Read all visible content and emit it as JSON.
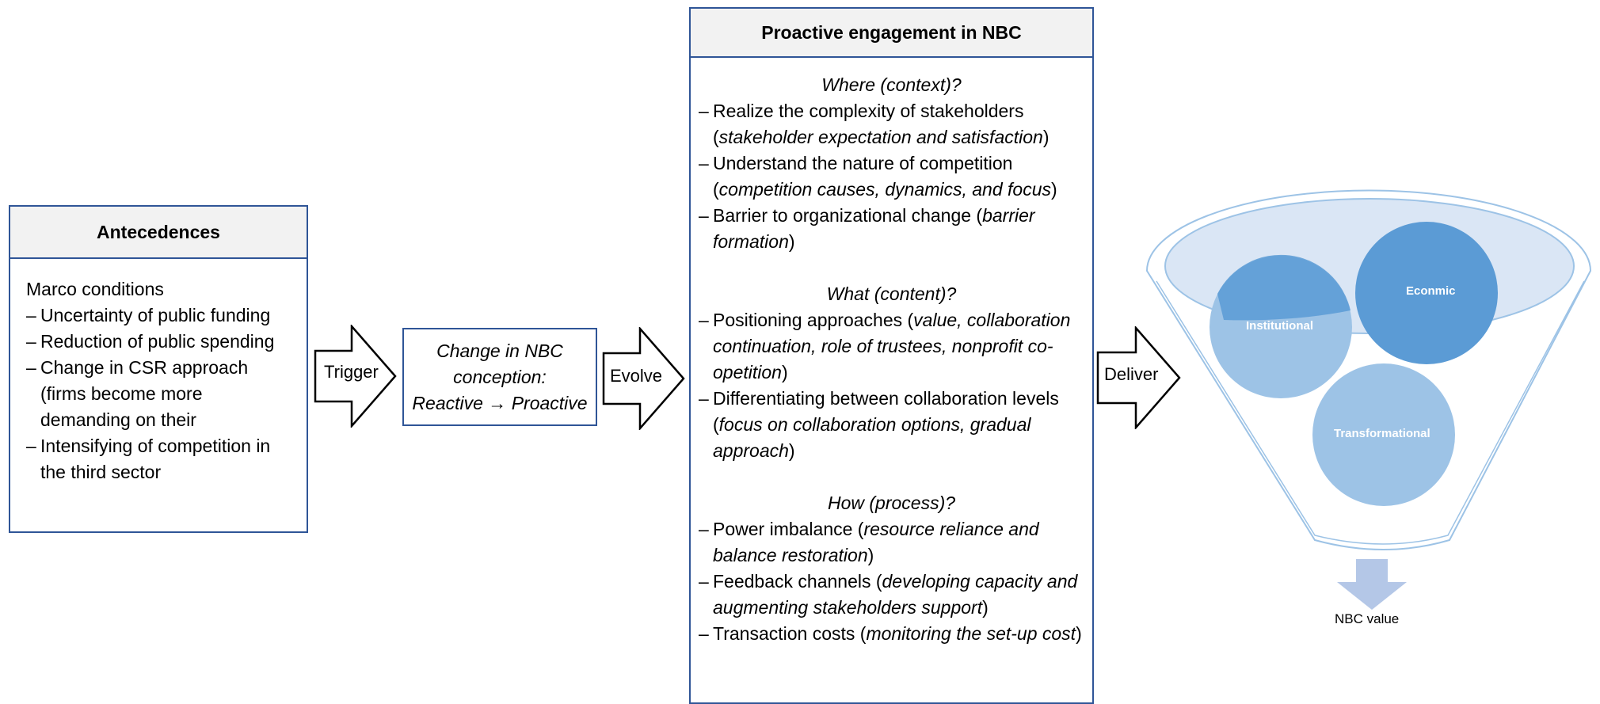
{
  "antecedences": {
    "title": "Antecedences",
    "intro": "Marco conditions",
    "items": [
      "Uncertainty of public funding",
      "Reduction of public spending",
      "Change in CSR approach (firms become more demanding on their",
      "Intensifying of competition in the third sector"
    ]
  },
  "arrows": {
    "trigger": "Trigger",
    "evolve": "Evolve",
    "deliver": "Deliver"
  },
  "change": {
    "line1": "Change in NBC",
    "line2": "conception:",
    "line3_from": "Reactive",
    "line3_arrow": "→",
    "line3_to": "Proactive"
  },
  "proactive": {
    "title": "Proactive engagement in NBC",
    "sections": [
      {
        "heading": "Where (context)?",
        "items": [
          {
            "plain": "Realize the complexity of stakeholders (",
            "italic": "stakeholder expectation and satisfaction",
            "end": ")"
          },
          {
            "plain": "Understand the nature of competition (",
            "italic": "competition causes, dynamics, and focus",
            "end": ")"
          },
          {
            "plain": "Barrier to organizational change (",
            "italic": "barrier formation",
            "end": ")"
          }
        ]
      },
      {
        "heading": "What (content)?",
        "items": [
          {
            "plain": "Positioning approaches (",
            "italic": "value, collaboration continuation, role of trustees, nonprofit co-opetition",
            "end": ")"
          },
          {
            "plain": "Differentiating between collaboration levels (",
            "italic": "focus on collaboration options, gradual approach",
            "end": ")"
          }
        ]
      },
      {
        "heading": "How (process)?",
        "items": [
          {
            "plain": "Power imbalance (",
            "italic": "resource reliance and balance restoration",
            "end": ")"
          },
          {
            "plain": "Feedback channels (",
            "italic": "developing capacity and augmenting stakeholders support",
            "end": ")"
          },
          {
            "plain": "Transaction costs (",
            "italic": "monitoring the set-up cost",
            "end": ")"
          }
        ]
      }
    ]
  },
  "funnel": {
    "circles": [
      "Institutional",
      "Econmic",
      "Transformational"
    ],
    "output": "NBC value",
    "colors": {
      "dark": "#5b9bd5",
      "light": "#9dc3e6",
      "rim": "#9dc3e6"
    }
  }
}
